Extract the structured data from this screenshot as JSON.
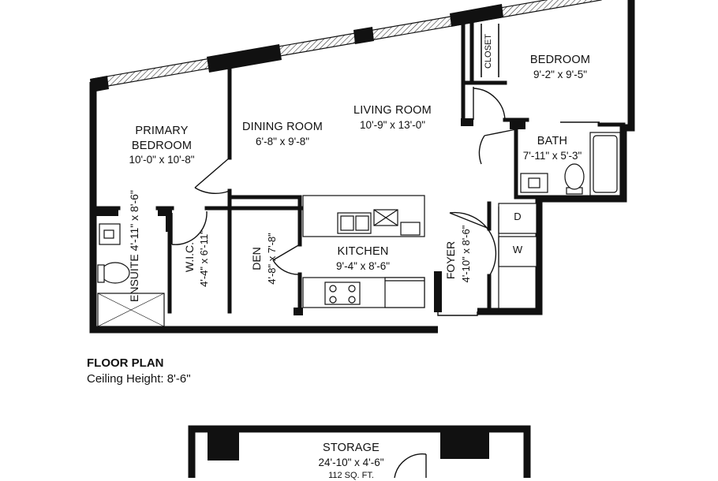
{
  "rooms": {
    "bedroom": {
      "name": "BEDROOM",
      "dims": "9'-2\" x 9'-5\""
    },
    "closet": {
      "name": "CLOSET"
    },
    "living": {
      "name": "LIVING ROOM",
      "dims": "10'-9\" x 13'-0\""
    },
    "dining": {
      "name": "DINING ROOM",
      "dims": "6'-8\" x 9'-8\""
    },
    "primary": {
      "name_line1": "PRIMARY",
      "name_line2": "BEDROOM",
      "dims": "10'-0\" x 10'-8\""
    },
    "bath": {
      "name": "BATH",
      "dims": "7'-11\" x 5'-3\""
    },
    "ensuite": {
      "name": "ENSUITE",
      "dims": "4'-11\" x 8'-6\""
    },
    "wic": {
      "name": "W.I.C.",
      "dims": "4'-4\" x 6'-11\""
    },
    "den": {
      "name": "DEN",
      "dims": "4'-8\" x 7'-8\""
    },
    "kitchen": {
      "name": "KITCHEN",
      "dims": "9'-4\" x 8'-6\""
    },
    "foyer": {
      "name": "FOYER",
      "dims": "4'-10\" x 8'-6\""
    },
    "storage": {
      "name": "STORAGE",
      "dims": "24'-10\" x 4'-6\"",
      "area": "112 SQ. FT."
    }
  },
  "appliances": {
    "dryer": "D",
    "washer": "W"
  },
  "caption": {
    "title": "FLOOR PLAN",
    "ceiling": "Ceiling Height: 8'-6\""
  }
}
